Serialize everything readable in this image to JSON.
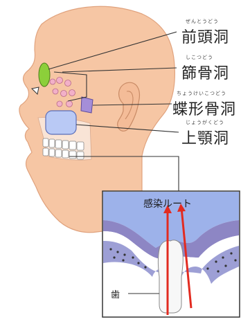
{
  "labels": [
    {
      "id": "frontal",
      "furigana": "ぜんとうどう",
      "text": "前頭洞"
    },
    {
      "id": "ethmoid",
      "furigana": "しこつどう",
      "text": "篩骨洞"
    },
    {
      "id": "sphenoid",
      "furigana": "ちょうけいこつどう",
      "text": "蝶形骨洞"
    },
    {
      "id": "maxillary",
      "furigana": "じょうがくどう",
      "text": "上顎洞"
    }
  ],
  "inset": {
    "route_label": "感染ルート",
    "tooth_label": "歯"
  },
  "colors": {
    "skin": "#f6c6a4",
    "skin_dark": "#e9a784",
    "frontal": "#8ccf3a",
    "ethmoid": "#f2b0c8",
    "sphenoid": "#a58ed8",
    "maxillary": "#b9c9f5",
    "inset_sky": "#9db2ea",
    "inset_band": "#8d86c4",
    "arrow": "#e22b20"
  }
}
